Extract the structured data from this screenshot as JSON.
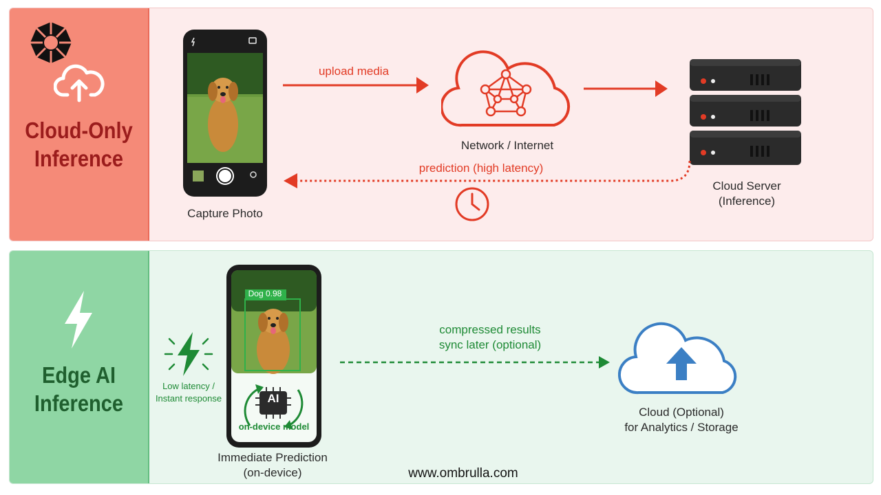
{
  "cloud_panel": {
    "title": "Cloud-Only\nInference",
    "capture_label": "Capture Photo",
    "upload_label": "upload media",
    "network_label": "Network / Internet",
    "server_label": "Cloud Server\n(Inference)",
    "return_label": "prediction (high latency)"
  },
  "edge_panel": {
    "title": "Edge AI\nInference",
    "detection_label": "Dog 0.98",
    "chip_label": "AI",
    "model_label": "on-device model",
    "latency_label": "Low latency /\nInstant response",
    "prediction_label": "Immediate Prediction\n(on-device)",
    "sync_label": "compressed results\nsync later (optional)",
    "cloud_label": "Cloud (Optional)\nfor Analytics / Storage"
  },
  "footer": {
    "url": "www.ombrulla.com"
  },
  "colors": {
    "cloud_accent": "#e23b25",
    "edge_accent": "#1e8a35",
    "optional_cloud": "#3b7fc4"
  }
}
